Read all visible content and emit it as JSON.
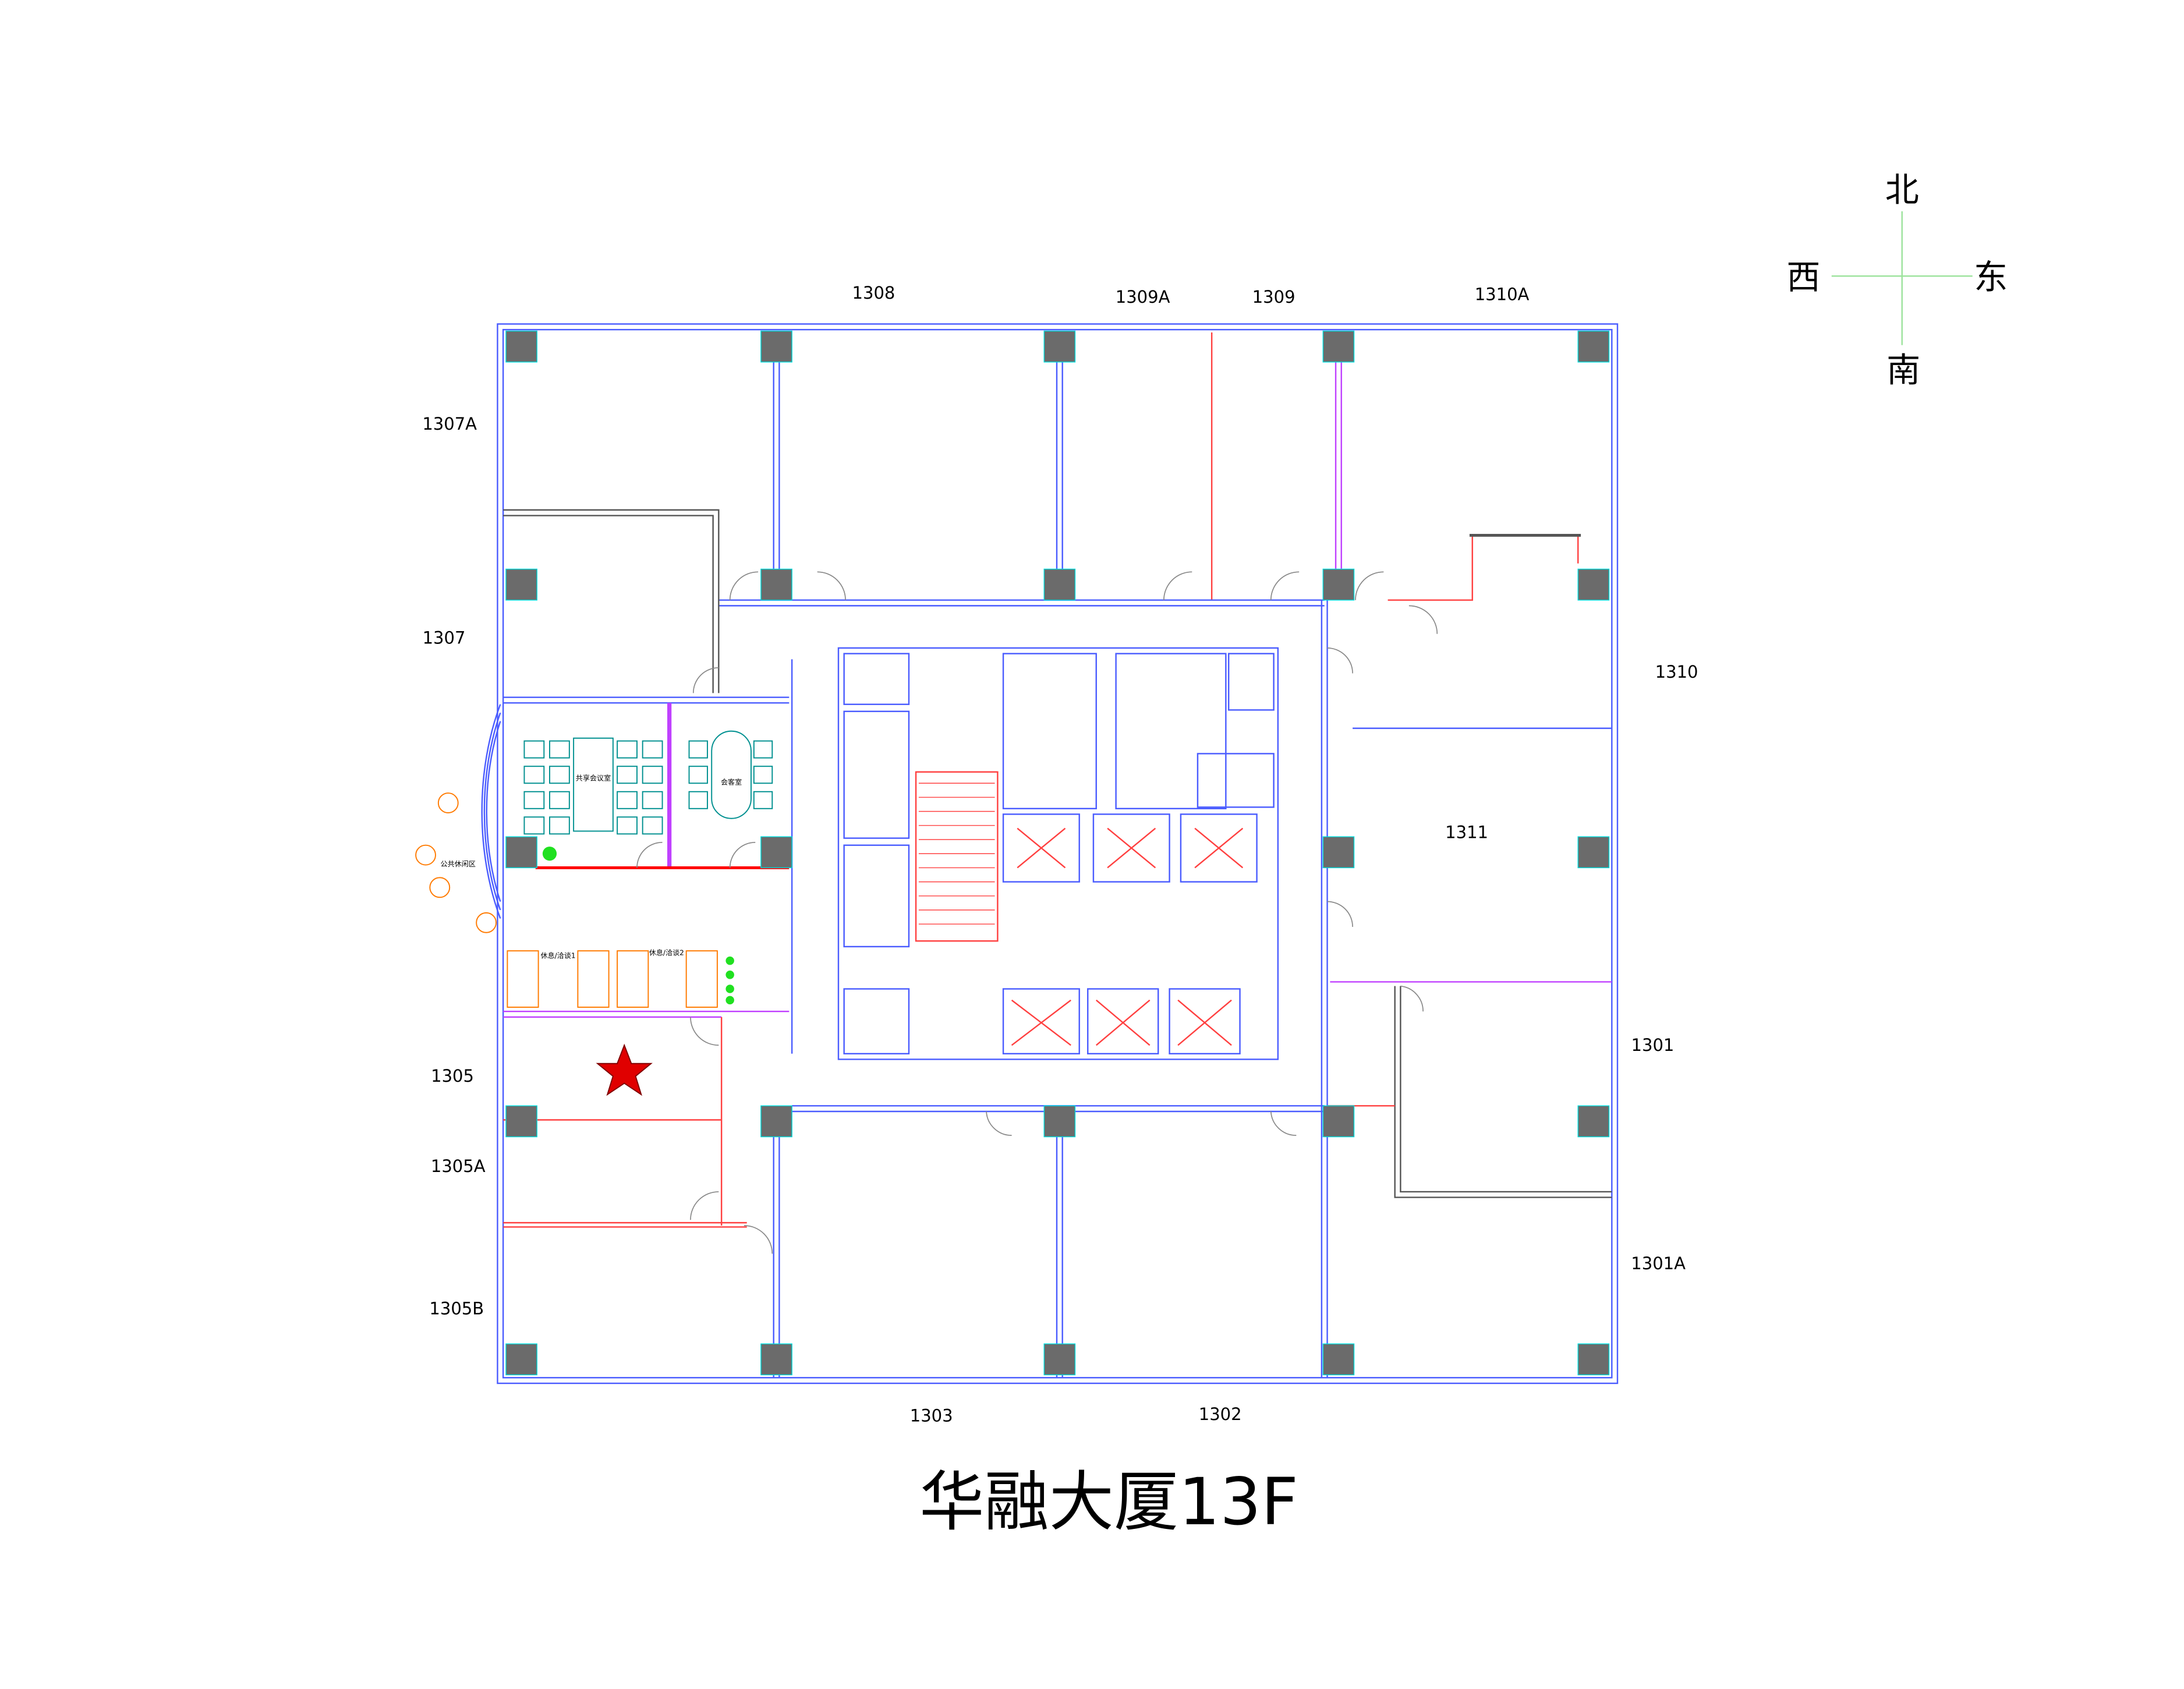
{
  "title": "华融大厦13F",
  "compass": {
    "north": "北",
    "south": "南",
    "east": "东",
    "west": "西"
  },
  "rooms": {
    "r1308": "1308",
    "r1309A": "1309A",
    "r1309": "1309",
    "r1310A": "1310A",
    "r1307A": "1307A",
    "r1307": "1307",
    "r1310": "1310",
    "r1311": "1311",
    "r1301": "1301",
    "r1301A": "1301A",
    "r1305": "1305",
    "r1305A": "1305A",
    "r1305B": "1305B",
    "r1303": "1303",
    "r1302": "1302"
  },
  "areas": {
    "shared_meeting": "共享会议室",
    "reception": "会客室",
    "public_lounge": "公共休闲区",
    "lounge1": "休息/洽谈1",
    "lounge2": "休息/洽谈2"
  },
  "marker": {
    "icon": "star-icon",
    "color": "#e00000"
  },
  "colors": {
    "wall": "#4a5cff",
    "column": "#6b6b6b",
    "partition": "#ff4040",
    "glass": "#c040ff",
    "door": "#b8d800",
    "furniture": "#ff7a00"
  }
}
